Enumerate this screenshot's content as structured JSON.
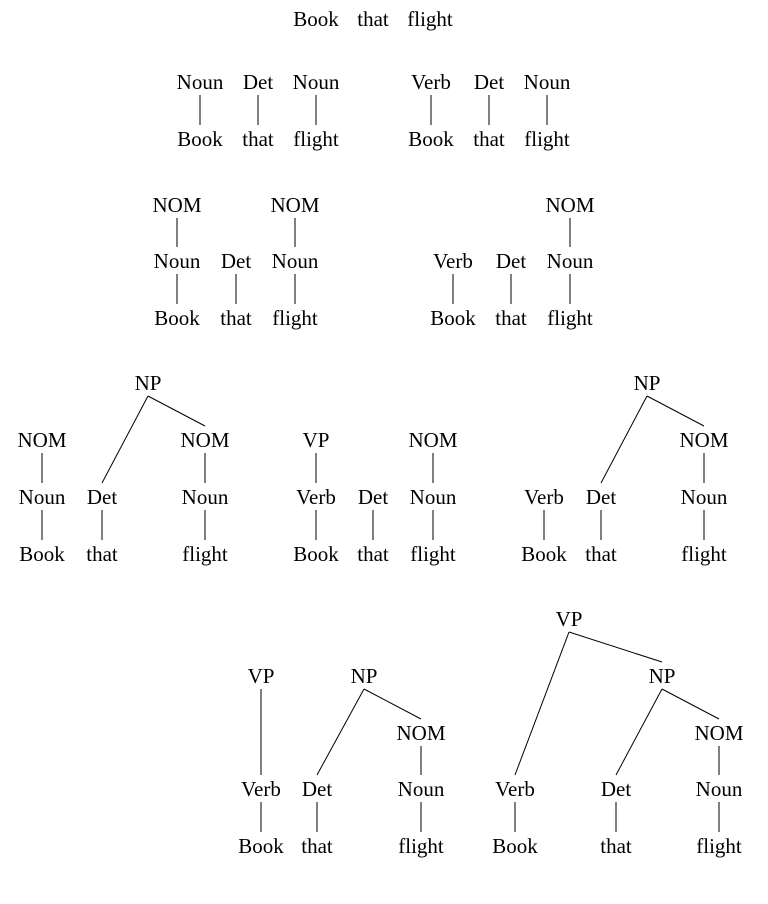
{
  "sentence": {
    "words": [
      "Book",
      "that",
      "flight"
    ]
  },
  "stages": [
    {
      "trees": [
        {
          "nodes": [
            {
              "id": "w1",
              "label": "Book"
            },
            {
              "id": "w2",
              "label": "that"
            },
            {
              "id": "w3",
              "label": "flight"
            }
          ],
          "edges": []
        }
      ]
    },
    {
      "trees": [
        {
          "nodes": [
            {
              "id": "p1",
              "label": "Noun"
            },
            {
              "id": "p2",
              "label": "Det"
            },
            {
              "id": "p3",
              "label": "Noun"
            },
            {
              "id": "w1",
              "label": "Book"
            },
            {
              "id": "w2",
              "label": "that"
            },
            {
              "id": "w3",
              "label": "flight"
            }
          ],
          "edges": [
            [
              "p1",
              "w1"
            ],
            [
              "p2",
              "w2"
            ],
            [
              "p3",
              "w3"
            ]
          ]
        },
        {
          "nodes": [
            {
              "id": "p1",
              "label": "Verb"
            },
            {
              "id": "p2",
              "label": "Det"
            },
            {
              "id": "p3",
              "label": "Noun"
            },
            {
              "id": "w1",
              "label": "Book"
            },
            {
              "id": "w2",
              "label": "that"
            },
            {
              "id": "w3",
              "label": "flight"
            }
          ],
          "edges": [
            [
              "p1",
              "w1"
            ],
            [
              "p2",
              "w2"
            ],
            [
              "p3",
              "w3"
            ]
          ]
        }
      ]
    },
    {
      "trees": [
        {
          "nodes": [
            {
              "id": "n1",
              "label": "NOM"
            },
            {
              "id": "n3",
              "label": "NOM"
            },
            {
              "id": "p1",
              "label": "Noun"
            },
            {
              "id": "p2",
              "label": "Det"
            },
            {
              "id": "p3",
              "label": "Noun"
            },
            {
              "id": "w1",
              "label": "Book"
            },
            {
              "id": "w2",
              "label": "that"
            },
            {
              "id": "w3",
              "label": "flight"
            }
          ],
          "edges": [
            [
              "n1",
              "p1"
            ],
            [
              "n3",
              "p3"
            ],
            [
              "p1",
              "w1"
            ],
            [
              "p2",
              "w2"
            ],
            [
              "p3",
              "w3"
            ]
          ]
        },
        {
          "nodes": [
            {
              "id": "n3",
              "label": "NOM"
            },
            {
              "id": "p1",
              "label": "Verb"
            },
            {
              "id": "p2",
              "label": "Det"
            },
            {
              "id": "p3",
              "label": "Noun"
            },
            {
              "id": "w1",
              "label": "Book"
            },
            {
              "id": "w2",
              "label": "that"
            },
            {
              "id": "w3",
              "label": "flight"
            }
          ],
          "edges": [
            [
              "n3",
              "p3"
            ],
            [
              "p1",
              "w1"
            ],
            [
              "p2",
              "w2"
            ],
            [
              "p3",
              "w3"
            ]
          ]
        }
      ]
    },
    {
      "trees": [
        {
          "nodes": [
            {
              "id": "np",
              "label": "NP"
            },
            {
              "id": "n1",
              "label": "NOM"
            },
            {
              "id": "n3",
              "label": "NOM"
            },
            {
              "id": "p1",
              "label": "Noun"
            },
            {
              "id": "p2",
              "label": "Det"
            },
            {
              "id": "p3",
              "label": "Noun"
            },
            {
              "id": "w1",
              "label": "Book"
            },
            {
              "id": "w2",
              "label": "that"
            },
            {
              "id": "w3",
              "label": "flight"
            }
          ],
          "edges": [
            [
              "np",
              "p2"
            ],
            [
              "np",
              "n3"
            ],
            [
              "n1",
              "p1"
            ],
            [
              "n3",
              "p3"
            ],
            [
              "p1",
              "w1"
            ],
            [
              "p2",
              "w2"
            ],
            [
              "p3",
              "w3"
            ]
          ]
        },
        {
          "nodes": [
            {
              "id": "vp",
              "label": "VP"
            },
            {
              "id": "n3",
              "label": "NOM"
            },
            {
              "id": "p1",
              "label": "Verb"
            },
            {
              "id": "p2",
              "label": "Det"
            },
            {
              "id": "p3",
              "label": "Noun"
            },
            {
              "id": "w1",
              "label": "Book"
            },
            {
              "id": "w2",
              "label": "that"
            },
            {
              "id": "w3",
              "label": "flight"
            }
          ],
          "edges": [
            [
              "vp",
              "p1"
            ],
            [
              "n3",
              "p3"
            ],
            [
              "p1",
              "w1"
            ],
            [
              "p2",
              "w2"
            ],
            [
              "p3",
              "w3"
            ]
          ]
        },
        {
          "nodes": [
            {
              "id": "np",
              "label": "NP"
            },
            {
              "id": "n3",
              "label": "NOM"
            },
            {
              "id": "p1",
              "label": "Verb"
            },
            {
              "id": "p2",
              "label": "Det"
            },
            {
              "id": "p3",
              "label": "Noun"
            },
            {
              "id": "w1",
              "label": "Book"
            },
            {
              "id": "w2",
              "label": "that"
            },
            {
              "id": "w3",
              "label": "flight"
            }
          ],
          "edges": [
            [
              "np",
              "p2"
            ],
            [
              "np",
              "n3"
            ],
            [
              "n3",
              "p3"
            ],
            [
              "p1",
              "w1"
            ],
            [
              "p2",
              "w2"
            ],
            [
              "p3",
              "w3"
            ]
          ]
        }
      ]
    },
    {
      "trees": [
        {
          "nodes": [
            {
              "id": "vp",
              "label": "VP"
            },
            {
              "id": "np",
              "label": "NP"
            },
            {
              "id": "n3",
              "label": "NOM"
            },
            {
              "id": "p1",
              "label": "Verb"
            },
            {
              "id": "p2",
              "label": "Det"
            },
            {
              "id": "p3",
              "label": "Noun"
            },
            {
              "id": "w1",
              "label": "Book"
            },
            {
              "id": "w2",
              "label": "that"
            },
            {
              "id": "w3",
              "label": "flight"
            }
          ],
          "edges": [
            [
              "vp",
              "p1"
            ],
            [
              "np",
              "p2"
            ],
            [
              "np",
              "n3"
            ],
            [
              "n3",
              "p3"
            ],
            [
              "p1",
              "w1"
            ],
            [
              "p2",
              "w2"
            ],
            [
              "p3",
              "w3"
            ]
          ]
        },
        {
          "nodes": [
            {
              "id": "vp",
              "label": "VP"
            },
            {
              "id": "np",
              "label": "NP"
            },
            {
              "id": "n3",
              "label": "NOM"
            },
            {
              "id": "p1",
              "label": "Verb"
            },
            {
              "id": "p2",
              "label": "Det"
            },
            {
              "id": "p3",
              "label": "Noun"
            },
            {
              "id": "w1",
              "label": "Book"
            },
            {
              "id": "w2",
              "label": "that"
            },
            {
              "id": "w3",
              "label": "flight"
            }
          ],
          "edges": [
            [
              "vp",
              "p1"
            ],
            [
              "vp",
              "np"
            ],
            [
              "np",
              "p2"
            ],
            [
              "np",
              "n3"
            ],
            [
              "n3",
              "p3"
            ],
            [
              "p1",
              "w1"
            ],
            [
              "p2",
              "w2"
            ],
            [
              "p3",
              "w3"
            ]
          ]
        }
      ]
    }
  ]
}
